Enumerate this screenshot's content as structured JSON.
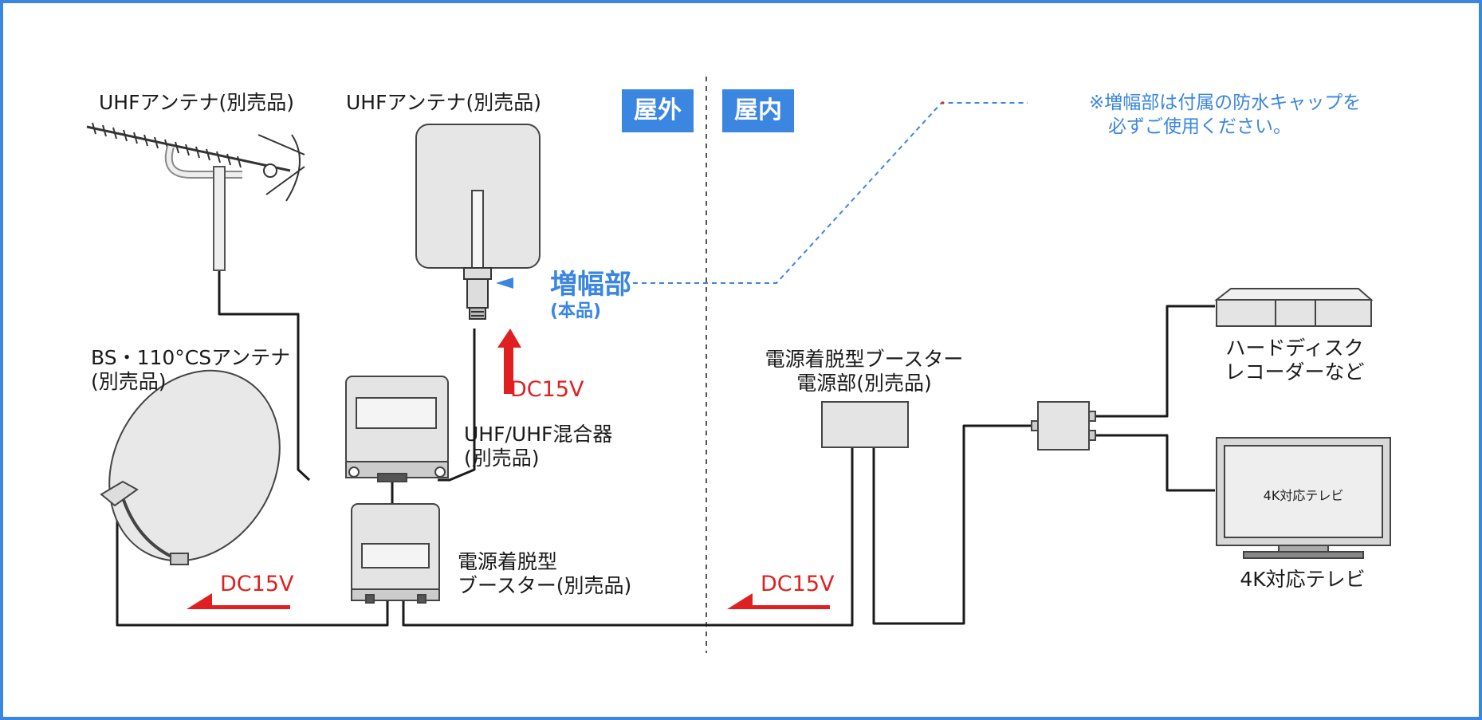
{
  "zones": {
    "outdoor": "屋外",
    "indoor": "屋内"
  },
  "labels": {
    "uhf_antenna_1": "UHFアンテナ(別売品)",
    "uhf_antenna_2": "UHFアンテナ(別売品)",
    "bs_cs_antenna_line1": "BS・110°CSアンテナ",
    "bs_cs_antenna_line2": "(別売品)",
    "mixer_line1": "UHF/UHF混合器",
    "mixer_line2": "(別売品)",
    "booster_line1": "電源着脱型",
    "booster_line2": "ブースター(別売品)",
    "power_unit_line1": "電源着脱型ブースター",
    "power_unit_line2": "電源部(別売品)",
    "amp_title": "増幅部",
    "amp_sub": "(本品)",
    "note_line1": "※増幅部は付属の防水キャップを",
    "note_line2": "必ずご使用ください。",
    "hdd_line1": "ハードディスク",
    "hdd_line2": "レコーダーなど",
    "tv_screen": "4K対応テレビ",
    "tv_label": "4K対応テレビ",
    "dc_vertical": "DC15V",
    "dc_left": "DC15V",
    "dc_right": "DC15V"
  },
  "colors": {
    "accent_blue": "#3b86e0",
    "arrow_red": "#e02020",
    "cable": "#1a1a1a",
    "device_fill": "#ececec"
  }
}
